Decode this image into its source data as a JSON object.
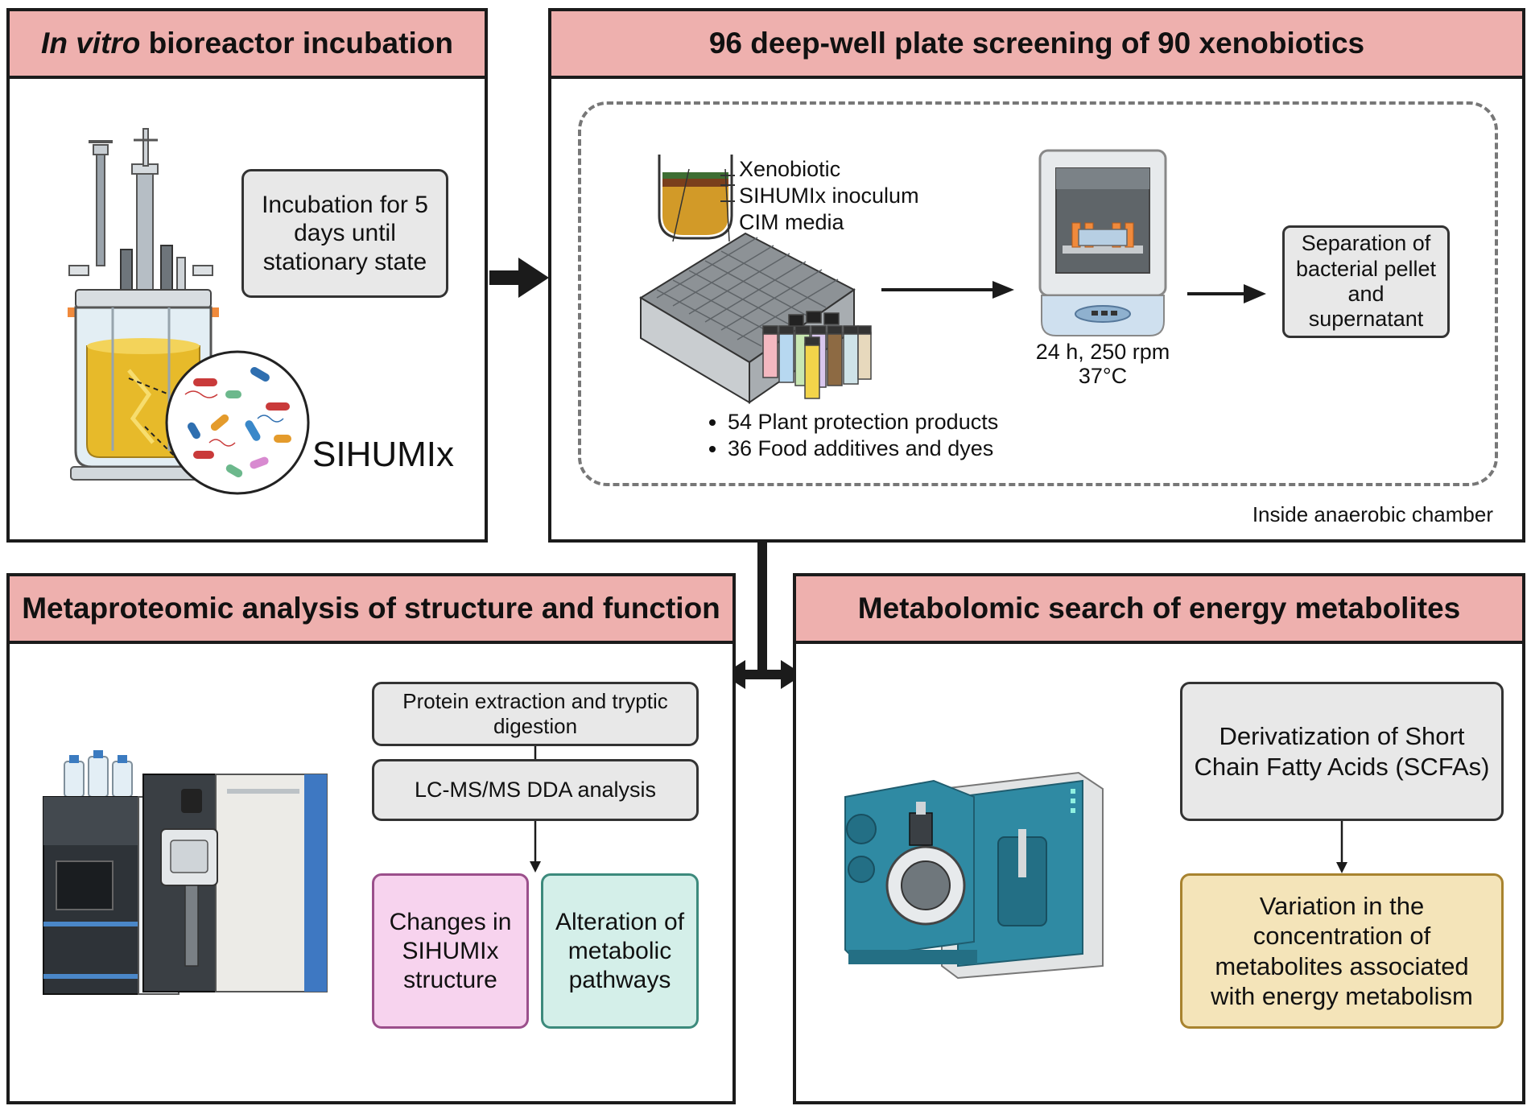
{
  "panels": {
    "bioreactor": {
      "title_em": "In vitro",
      "title_rest": " bioreactor incubation",
      "incubation_box": "Incubation for 5 days until stationary state",
      "community_label": "SIHUMIx"
    },
    "screening": {
      "title": "96 deep-well plate screening of 90 xenobiotics",
      "well_layers": [
        "Xenobiotic",
        "SIHUMIx inoculum",
        "CIM media"
      ],
      "compound_list": [
        "54 Plant protection products",
        "36 Food additives and dyes"
      ],
      "incubator_conditions_1": "24 h, 250 rpm",
      "incubator_conditions_2": "37°C",
      "separation_box": "Separation of bacterial pellet and supernatant",
      "chamber_note": "Inside anaerobic chamber"
    },
    "metaproteomics": {
      "title": "Metaproteomic analysis of structure and function",
      "step1": "Protein extraction and tryptic digestion",
      "step2": "LC-MS/MS DDA analysis",
      "result1": "Changes in SIHUMIx structure",
      "result2": "Alteration of metabolic pathways"
    },
    "metabolomics": {
      "title": "Metabolomic search of energy metabolites",
      "step1": "Derivatization of Short Chain Fatty Acids (SCFAs)",
      "result1": "Variation in the concentration of metabolites associated with energy metabolism"
    }
  },
  "colors": {
    "header_bg": "#eeb0ae",
    "box_grey": "#e8e8e8",
    "box_pink": "#f7d3ee",
    "box_mint": "#d4efe9",
    "box_cream": "#f4e4b9",
    "instrument_teal": "#2f8aa3",
    "bioreactor_liquid": "#e8b820"
  },
  "icons": [
    "bioreactor-icon",
    "bacteria-magnifier-icon",
    "deep-well-plate-icon",
    "vial-set-icon",
    "well-cross-section-icon",
    "shaking-incubator-icon",
    "lc-ms-instrument-icon",
    "gc-ms-instrument-icon"
  ]
}
